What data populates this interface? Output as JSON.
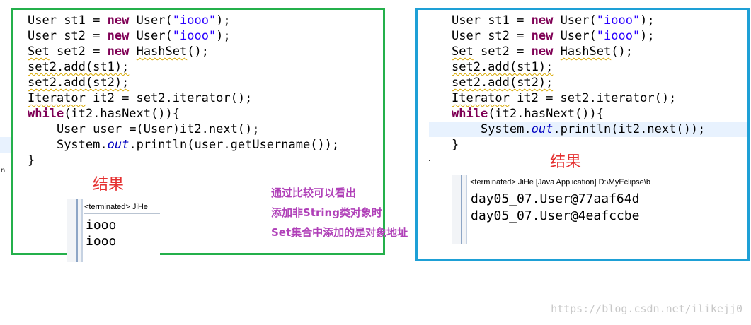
{
  "left_panel": {
    "result_label": "结果",
    "stray_mark": "n",
    "console_header": "<terminated> JiHe",
    "output_lines": [
      "iooo",
      "iooo"
    ]
  },
  "right_panel": {
    "result_label": "结果",
    "stray_mark": ".",
    "console_header": "<terminated> JiHe [Java Application] D:\\MyEclipse\\b",
    "output_lines": [
      "day05_07.User@77aaf64d",
      "day05_07.User@4eafccbe"
    ]
  },
  "note_lines": [
    "通过比较可以看出",
    "添加非String类对象时",
    "Set集合中添加的是对象地址"
  ],
  "watermark": "https://blog.csdn.net/ilikejj0",
  "code_tokens": {
    "user": "User",
    "new": "new",
    "str_iooo": "\"iooo\"",
    "set": "Set",
    "hashset": "HashSet",
    "iterator": "Iterator",
    "while": "while",
    "system": "System",
    "out": "out",
    "st1_decl": " st1 = ",
    "st2_decl": " st2 = ",
    "set2_decl": " set2 = ",
    "user_ctor_open": " User(",
    "ctor_close": ");",
    "hashset_pre": " ",
    "hashset_post": "();",
    "add_st1": "set2.add(st1);",
    "add_st2": "set2.add(st2);",
    "it2_decl": " it2 = set2.iterator();",
    "while_cond": "(it2.hasNext()){",
    "user_cast_line": "    User user =(User)it2.next();",
    "indent": "    ",
    "dot": ".",
    "println_left": ".println(user.getUsername());",
    "println_right": ".println(it2.next());",
    "close_brace": "}"
  },
  "colors": {
    "left_border": "#24b04b",
    "right_border": "#1ea0d6",
    "keyword": "#7f0055",
    "string": "#2a00ff",
    "field": "#0000c0",
    "result_red": "#e53030",
    "note_purple": "#b040b8",
    "line_highlight": "#e8f2fe"
  }
}
